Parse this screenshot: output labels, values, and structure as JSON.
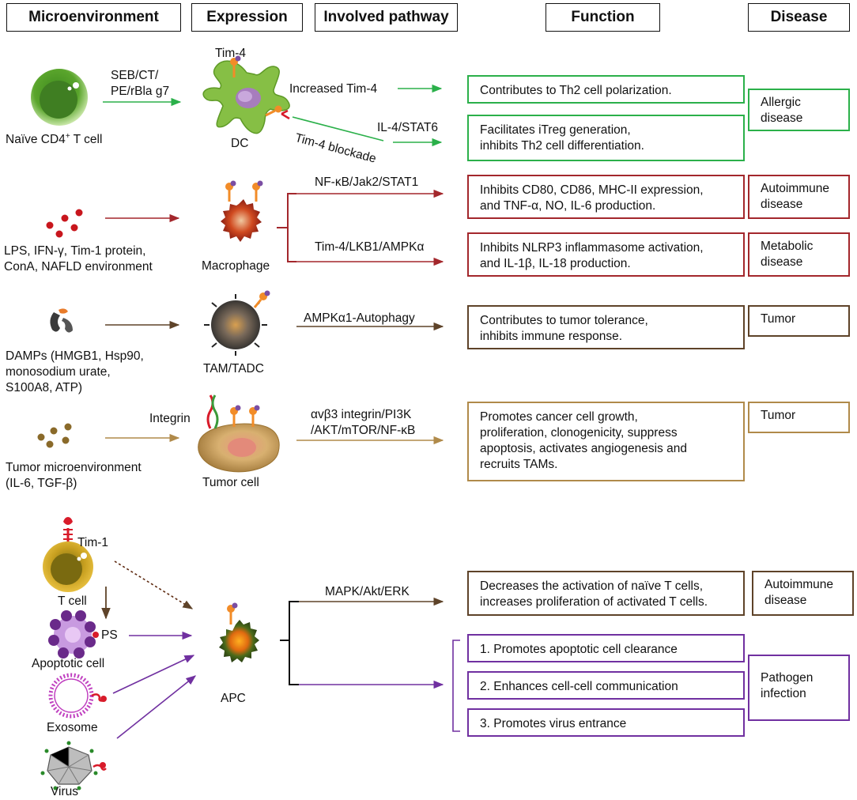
{
  "headers": [
    "Microenvironment",
    "Expression",
    "Involved pathway",
    "Function",
    "Disease"
  ],
  "row1": {
    "stimulus": [
      "SEB/CT/",
      "PE/rBla g7"
    ],
    "source_cell": "Naïve CD4",
    "source_cell_sup": "+",
    "source_cell_suffix": " T cell",
    "marker": "Tim-4",
    "cell": "DC",
    "path_a": "Increased Tim-4",
    "path_b_pathway": "IL-4/STAT6",
    "path_b_label": "Tim-4 blockade",
    "function_a": "Contributes to Th2 cell polarization.",
    "function_b": [
      "Facilitates iTreg generation,",
      "inhibits Th2 cell differentiation."
    ],
    "disease": [
      "Allergic",
      "disease"
    ]
  },
  "row2": {
    "stimulus": [
      "LPS, IFN-γ, Tim-1 protein,",
      "ConA, NAFLD environment"
    ],
    "cell": "Macrophage",
    "pathway_a": "NF-κB/Jak2/STAT1",
    "pathway_b": "Tim-4/LKB1/AMPKα",
    "function_a": [
      "Inhibits CD80, CD86, MHC-II expression,",
      "and TNF-α, NO, IL-6 production."
    ],
    "function_b": [
      "Inhibits NLRP3 inflammasome activation,",
      "and IL-1β, IL-18 production."
    ],
    "disease_a": [
      "Autoimmune",
      "disease"
    ],
    "disease_b": [
      "Metabolic",
      "disease"
    ]
  },
  "row3": {
    "stimulus": [
      "DAMPs (HMGB1, Hsp90,",
      "monosodium urate,",
      "S100A8, ATP)"
    ],
    "cell": "TAM/TADC",
    "pathway": "AMPKα1-Autophagy",
    "function": [
      "Contributes to tumor tolerance,",
      "inhibits immune response."
    ],
    "disease": "Tumor"
  },
  "row4": {
    "stimulus": [
      "Tumor microenvironment",
      "(IL-6, TGF-β)"
    ],
    "marker": "Integrin",
    "cell": "Tumor cell",
    "pathway": [
      "αvβ3 integrin/PI3K",
      "/AKT/mTOR/NF-κB"
    ],
    "function": [
      "Promotes cancer cell growth,",
      "proliferation, clonogenicity, suppress",
      "apoptosis, activates angiogenesis and",
      "recruits TAMs."
    ],
    "disease": "Tumor"
  },
  "row5": {
    "marker": "Tim-1",
    "t_cell": "T cell",
    "ps": "PS",
    "apoptotic": "Apoptotic cell",
    "exosome": "Exosome",
    "virus": "Virus",
    "cell": "APC",
    "pathway": "MAPK/Akt/ERK",
    "function_a": [
      "Decreases the activation of naïve T cells,",
      "increases proliferation of activated T cells."
    ],
    "disease_a": [
      "Autoimmune",
      "disease"
    ],
    "functions_b": [
      "1. Promotes apoptotic cell clearance",
      "2. Enhances cell-cell communication",
      "3. Promotes virus entrance"
    ],
    "disease_b": [
      "Pathogen",
      "infection"
    ]
  },
  "colors": {
    "green": "#2bb04a",
    "red": "#a3272c",
    "brown": "#5e4329",
    "tan": "#b08a4a",
    "purple": "#7030a0"
  }
}
